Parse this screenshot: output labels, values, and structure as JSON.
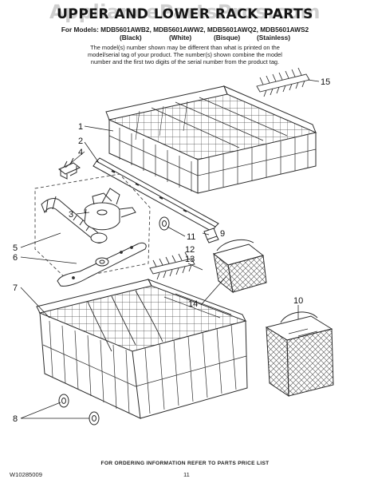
{
  "watermark": "AppliancePartsPros.com",
  "header": {
    "title": "UPPER AND LOWER RACK PARTS",
    "models_line": "For Models: MDB5601AWB2, MDB5601AWW2, MDB5601AWQ2, MDB5601AWS2",
    "colors": [
      "(Black)",
      "(White)",
      "(Bisque)",
      "(Stainless)"
    ],
    "note_lines": [
      "The model(s) number shown may be different than what is printed on the",
      "model/serial tag of your product. The number(s) shown combine the model",
      "number and the first two digits of the serial number from the product tag."
    ]
  },
  "callouts": [
    "1",
    "2",
    "3",
    "4",
    "5",
    "6",
    "7",
    "8",
    "9",
    "10",
    "11",
    "12",
    "13",
    "14",
    "15"
  ],
  "footer": {
    "ordering_info": "FOR ORDERING INFORMATION REFER TO PARTS PRICE LIST",
    "document_code": "W10285009",
    "page_number": "11"
  }
}
